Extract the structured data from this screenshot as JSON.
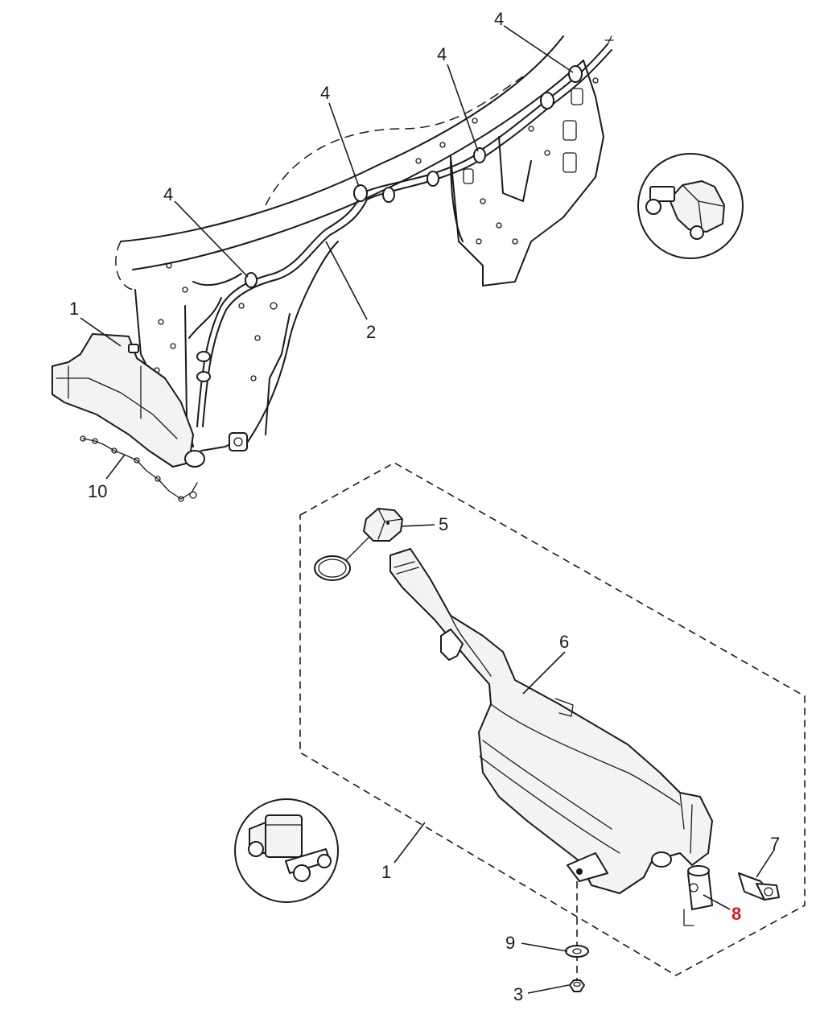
{
  "callouts": [
    {
      "id": "c4a",
      "text": "4"
    },
    {
      "id": "c4b",
      "text": "4"
    },
    {
      "id": "c4c",
      "text": "4"
    },
    {
      "id": "c4d",
      "text": "4"
    },
    {
      "id": "c1a",
      "text": "1"
    },
    {
      "id": "c2",
      "text": "2"
    },
    {
      "id": "c10",
      "text": "10"
    },
    {
      "id": "c5",
      "text": "5"
    },
    {
      "id": "c6",
      "text": "6"
    },
    {
      "id": "c1b",
      "text": "1"
    },
    {
      "id": "c7",
      "text": "7"
    },
    {
      "id": "c8",
      "text": "8"
    },
    {
      "id": "c9",
      "text": "9"
    },
    {
      "id": "c3",
      "text": "3"
    }
  ],
  "highlight_color": "#e8141b"
}
